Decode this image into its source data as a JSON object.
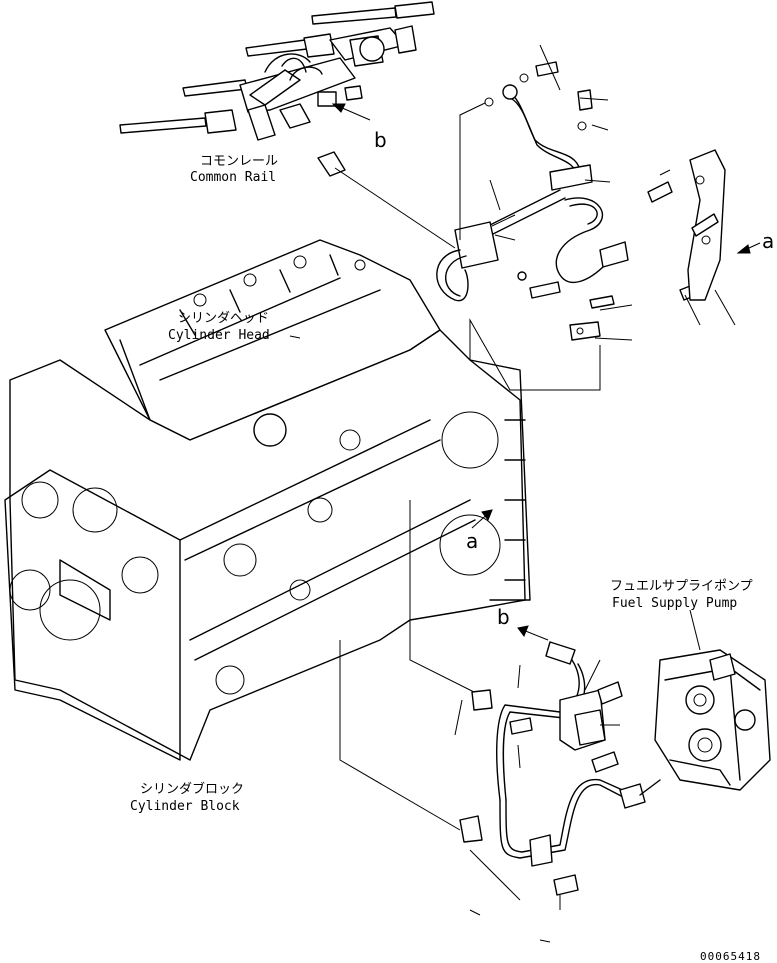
{
  "labels": {
    "common_rail_jp": "コモンレール",
    "common_rail_en": "Common Rail",
    "cylinder_head_jp": "シリンダヘッド",
    "cylinder_head_en": "Cylinder Head",
    "cylinder_block_jp": "シリンダブロック",
    "cylinder_block_en": "Cylinder Block",
    "fuel_pump_jp": "フュエルサプライポンプ",
    "fuel_pump_en": "Fuel Supply Pump"
  },
  "refs": {
    "a_upper": "a",
    "a_lower": "a",
    "b_upper": "b",
    "b_lower": "b"
  },
  "drawing_code": "00065418",
  "colors": {
    "ink": "#000000",
    "paper": "#ffffff"
  }
}
